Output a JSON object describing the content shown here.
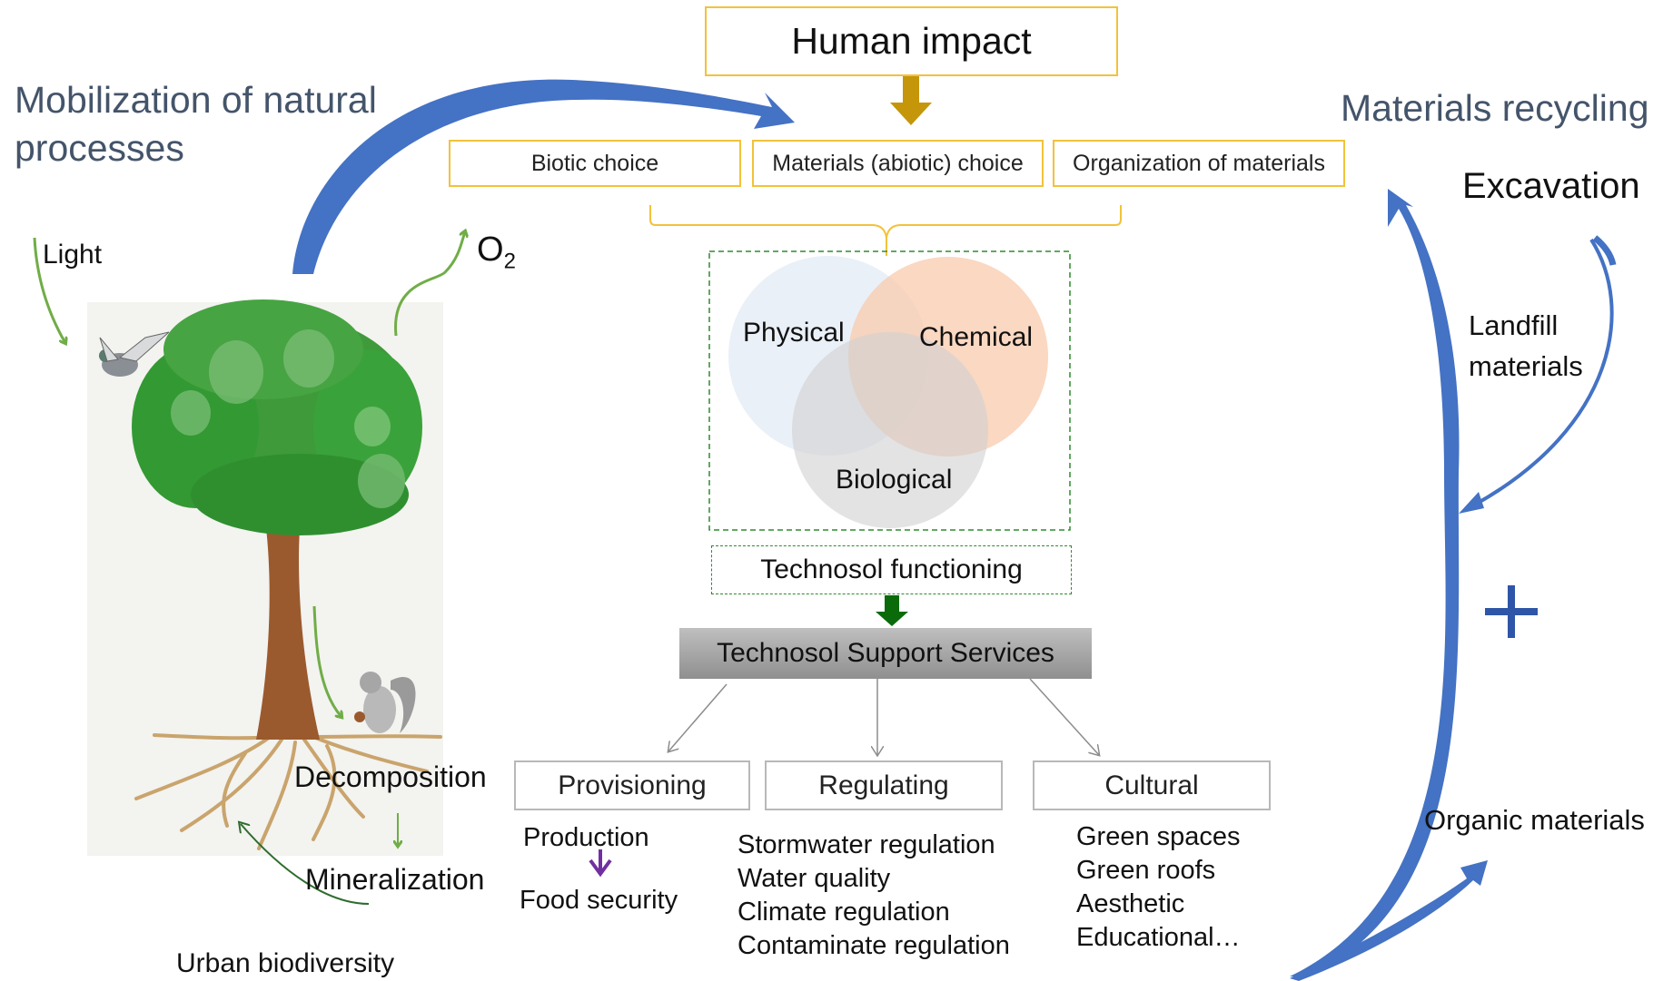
{
  "header": {
    "human_impact": "Human impact",
    "mobilization": [
      "Mobilization of natural",
      "processes"
    ],
    "materials_recycling": "Materials recycling"
  },
  "choices": [
    "Biotic choice",
    "Materials (abiotic) choice",
    "Organization of materials"
  ],
  "venn": {
    "physical": "Physical",
    "chemical": "Chemical",
    "biological": "Biological"
  },
  "technosol_functioning": "Technosol functioning",
  "support_services": "Technosol Support Services",
  "services": {
    "provisioning": {
      "title": "Provisioning",
      "items": [
        "Production",
        "Food security"
      ]
    },
    "regulating": {
      "title": "Regulating",
      "items": [
        "Stormwater regulation",
        "Water quality",
        "Climate regulation",
        "Contaminate regulation",
        "..."
      ]
    },
    "cultural": {
      "title": "Cultural",
      "items": [
        "Green spaces",
        "Green roofs",
        "Aesthetic",
        "Educational…"
      ]
    }
  },
  "tree": {
    "light": "Light",
    "o2_main": "O",
    "o2_sub": "2",
    "decomposition": "Decomposition",
    "mineralization": "Mineralization",
    "urban_biodiversity": "Urban biodiversity"
  },
  "recycling": {
    "excavation": "Excavation",
    "landfill": [
      "Landfill",
      "materials"
    ],
    "plus": "+",
    "organic": "Organic materials"
  },
  "colors": {
    "blue_arrow": "#4472c4",
    "gold": "#f2c23a",
    "dark_gold": "#c5960a",
    "green_arrow": "#70ad47",
    "dark_green": "#0b6b0b",
    "purple": "#7030a0",
    "title_text": "#44546a"
  }
}
